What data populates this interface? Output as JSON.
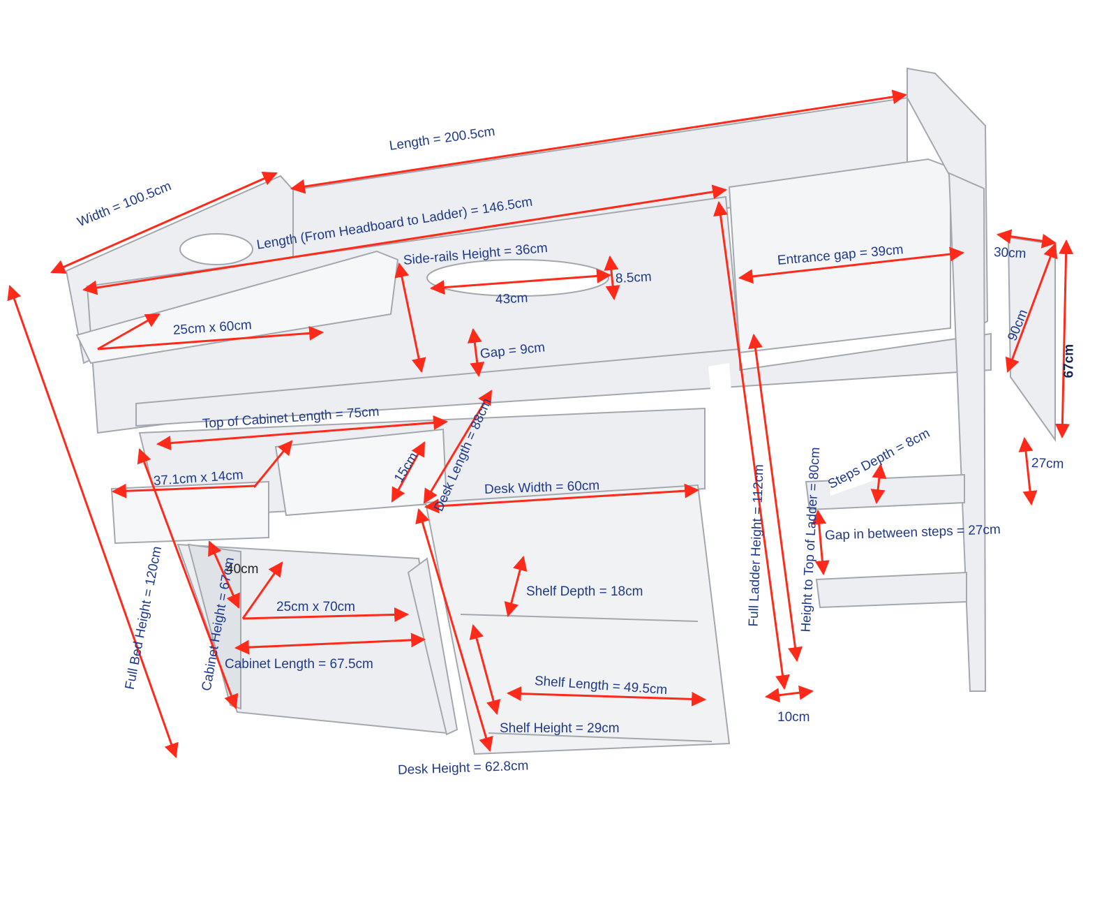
{
  "colors": {
    "arrow": "#ff2a1a",
    "label": "#1f3a8a",
    "furniture": "#e9ebee",
    "furniture_stroke": "#9ea3aa"
  },
  "labels": {
    "length_total": "Length = 200.5cm",
    "width": "Width = 100.5cm",
    "length_headboard_ladder": "Length (From Headboard to Ladder) = 146.5cm",
    "side_rails_height": "Side-rails Height = 36cm",
    "entrance_gap": "Entrance gap = 39cm",
    "ladder_width_30": "30cm",
    "ladder_90": "90cm",
    "ladder_67": "67cm",
    "cutout_height": "8.5cm",
    "cutout_width": "43cm",
    "shelf_top": "25cm x 60cm",
    "gap": "Gap = 9cm",
    "desk_length": "Desk Length = 88cm",
    "top_cabinet_length": "Top of Cabinet Length = 75cm",
    "drawer_size": "37.1cm x 14cm",
    "drawer_depth": "15cm",
    "desk_width": "Desk Width = 60cm",
    "full_ladder_height": "Full Ladder Height = 112cm",
    "height_top_ladder": "Height to Top of Ladder = 80cm",
    "steps_depth": "Steps Depth = 8cm",
    "step_27": "27cm",
    "gap_steps": "Gap in between steps = 27cm",
    "full_bed_height": "Full Bed Height = 120cm",
    "cabinet_height": "Cabinet Height = 67cm",
    "cabinet_40": "40cm",
    "cabinet_inner": "25cm x 70cm",
    "shelf_depth": "Shelf Depth = 18cm",
    "cabinet_length": "Cabinet Length = 67.5cm",
    "shelf_length": "Shelf Length = 49.5cm",
    "shelf_height": "Shelf Height = 29cm",
    "ladder_10": "10cm",
    "desk_height": "Desk Height = 62.8cm"
  }
}
